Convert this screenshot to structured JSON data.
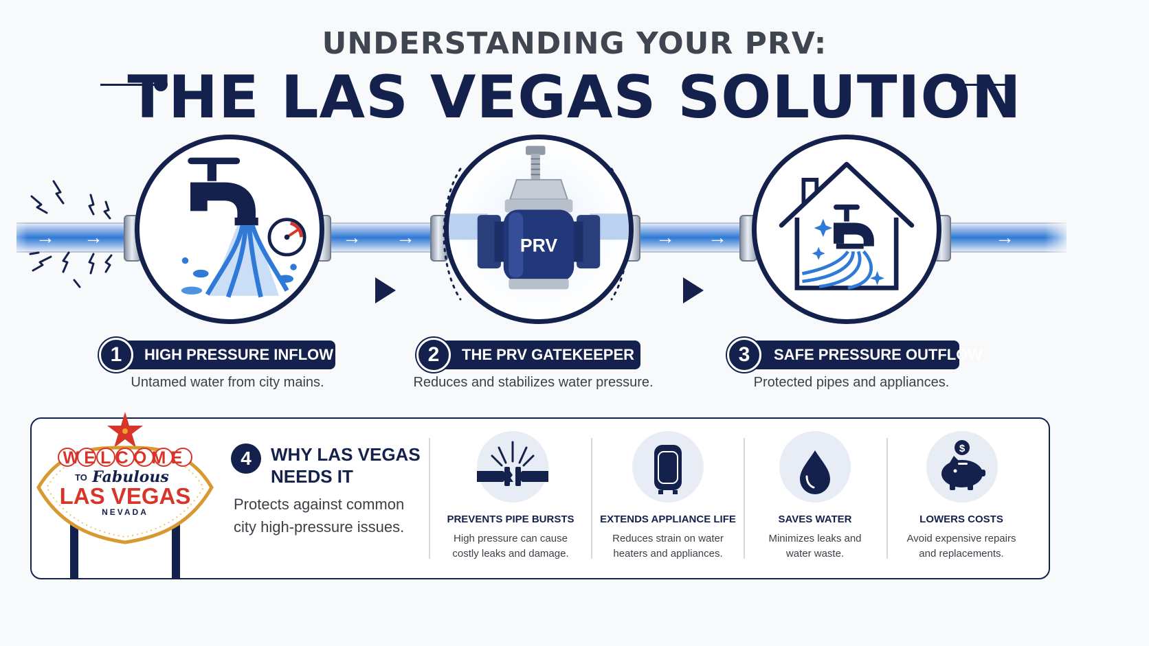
{
  "header": {
    "subtitle": "UNDERSTANDING YOUR PRV:",
    "title": "THE LAS VEGAS SOLUTION"
  },
  "colors": {
    "navy": "#13214c",
    "water_blue": "#2f7ad6",
    "gauge_red": "#d8342a",
    "sign_red": "#d8342a"
  },
  "flow": {
    "arrow_glyph": "→"
  },
  "steps": [
    {
      "number": "1",
      "title": "HIGH PRESSURE INFLOW",
      "description": "Untamed water from city mains.",
      "icon": "faucet-high-pressure-icon"
    },
    {
      "number": "2",
      "title": "THE PRV GATEKEEPER",
      "description": "Reduces and stabilizes water pressure.",
      "icon": "prv-valve-icon",
      "valve_label": "PRV"
    },
    {
      "number": "3",
      "title": "SAFE PRESSURE OUTFLOW",
      "description": "Protected pipes and appliances.",
      "icon": "house-faucet-icon"
    }
  ],
  "why": {
    "number": "4",
    "title_line1": "WHY LAS VEGAS",
    "title_line2": "NEEDS IT",
    "desc_line1": "Protects against common",
    "desc_line2": "city high-pressure issues.",
    "sign": {
      "welcome": "WELCOME",
      "to": "TO",
      "fabulous": "Fabulous",
      "city": "LAS VEGAS",
      "state": "NEVADA"
    }
  },
  "benefits": [
    {
      "title": "PREVENTS PIPE BURSTS",
      "desc_line1": "High pressure can cause",
      "desc_line2": "costly leaks and damage.",
      "icon": "burst-pipe-icon"
    },
    {
      "title": "EXTENDS APPLIANCE LIFE",
      "desc_line1": "Reduces strain on water",
      "desc_line2": "heaters and appliances.",
      "icon": "water-heater-icon"
    },
    {
      "title": "SAVES WATER",
      "desc_line1": "Minimizes leaks and",
      "desc_line2": "water waste.",
      "icon": "water-drop-icon"
    },
    {
      "title": "LOWERS COSTS",
      "desc_line1": "Avoid expensive repairs",
      "desc_line2": "and replacements.",
      "icon": "piggy-bank-icon",
      "coin_symbol": "$"
    }
  ]
}
